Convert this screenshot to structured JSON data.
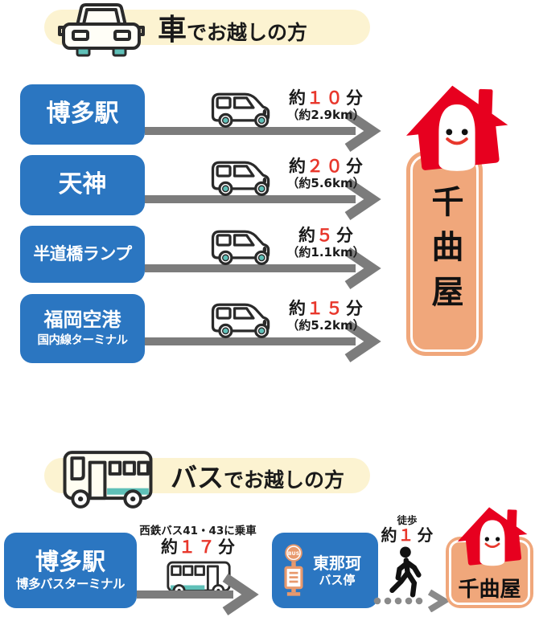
{
  "colors": {
    "banner_bg": "#fcf3d1",
    "box_blue": "#2b76c1",
    "arrow_gray": "#7c7c7c",
    "accent_red": "#e8372c",
    "house_red": "#e7001f",
    "shop_orange": "#f0a77b",
    "busstop_salmon": "#e8996d",
    "teal": "#5fc0b8"
  },
  "car_section": {
    "banner": {
      "emphasis": "車",
      "rest": "でお越しの方"
    },
    "routes": [
      {
        "from": "博多駅",
        "time_prefix": "約",
        "time_value": "１０",
        "time_suffix": "分",
        "distance": "（約2.9km）"
      },
      {
        "from": "天神",
        "time_prefix": "約",
        "time_value": "２０",
        "time_suffix": "分",
        "distance": "（約5.6km）"
      },
      {
        "from": "半道橋ランプ",
        "time_prefix": "約",
        "time_value": "５",
        "time_suffix": "分",
        "distance": "（約1.1km）"
      },
      {
        "from": "福岡空港",
        "from_sub": "国内線ターミナル",
        "time_prefix": "約",
        "time_value": "１５",
        "time_suffix": "分",
        "distance": "（約5.2km）"
      }
    ],
    "destination": "千曲屋"
  },
  "bus_section": {
    "banner": {
      "emphasis": "バス",
      "rest": "でお越しの方"
    },
    "origin": {
      "name": "博多駅",
      "sub": "博多バスターミナル"
    },
    "ride": {
      "line_info": "西鉄バス41・43に乗車",
      "time_prefix": "約",
      "time_value": "１７",
      "time_suffix": "分"
    },
    "bus_stop": {
      "sign": "BUS",
      "name": "東那珂",
      "sub": "バス停"
    },
    "walk": {
      "label": "徒歩",
      "time_prefix": "約",
      "time_value": "１",
      "time_suffix": "分"
    },
    "destination": "千曲屋"
  }
}
